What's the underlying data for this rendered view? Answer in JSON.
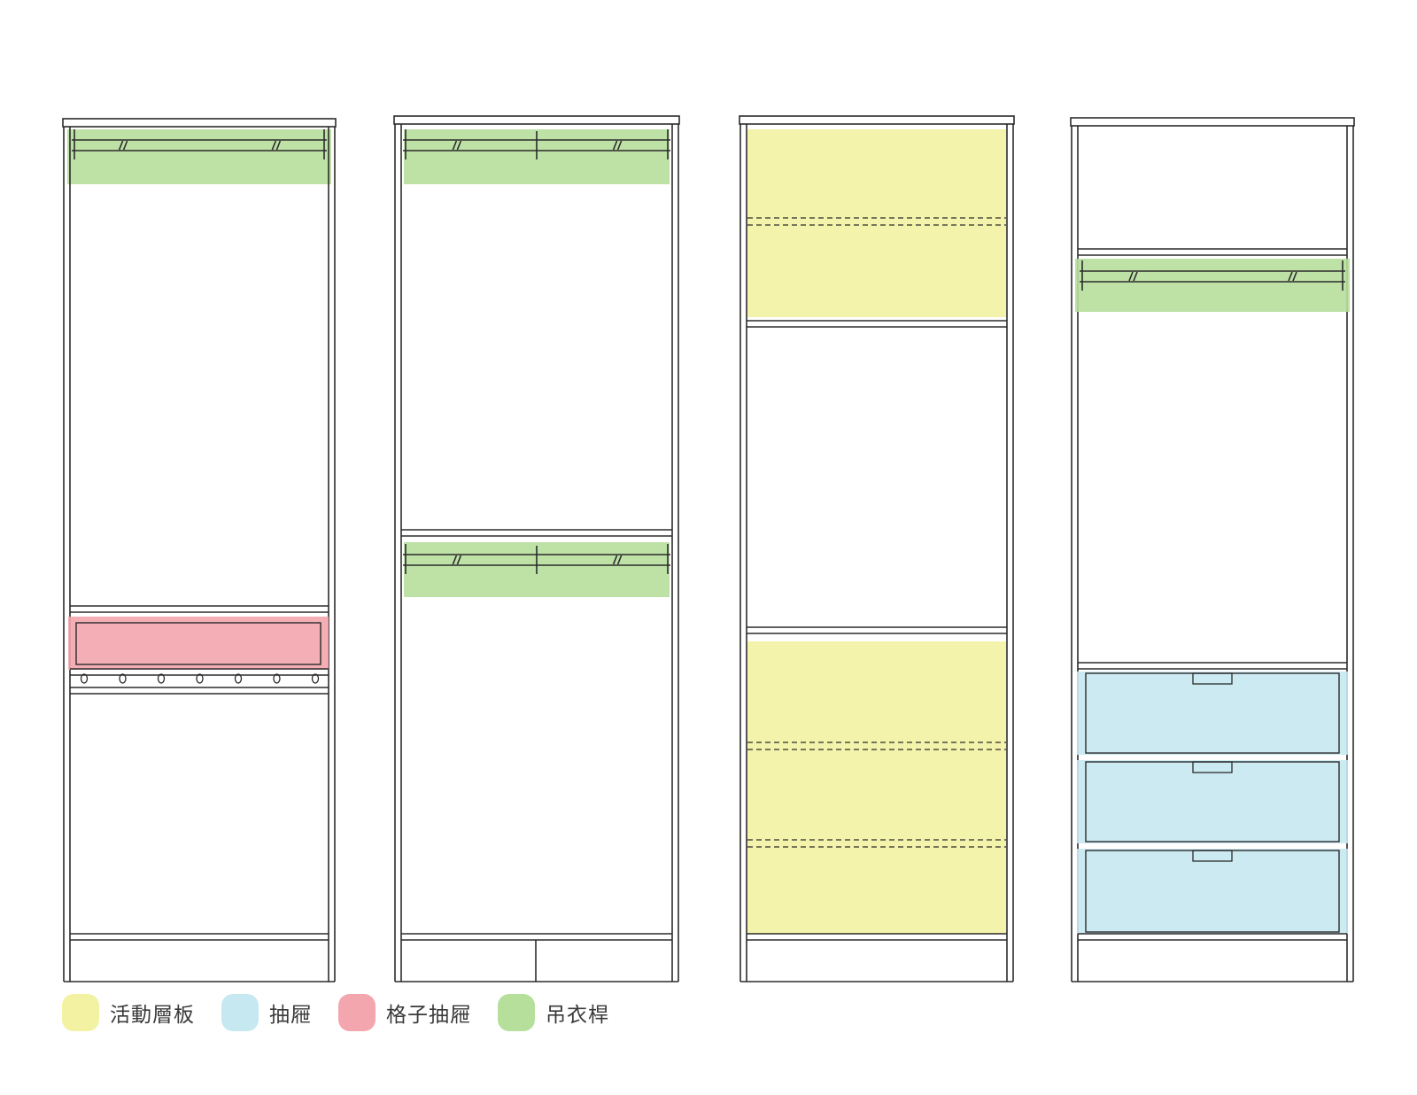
{
  "colors": {
    "adjustable_shelf": "#f2f2a2",
    "drawer": "#c6e8f1",
    "grid_drawer": "#f3a6ae",
    "hanging_rod": "#b7df9c",
    "line": "#2b2b2b"
  },
  "cabinets": [
    {
      "id": "cabinet-1",
      "components": [
        "hanging_rod",
        "grid_drawer"
      ]
    },
    {
      "id": "cabinet-2",
      "components": [
        "hanging_rod",
        "hanging_rod"
      ]
    },
    {
      "id": "cabinet-3",
      "components": [
        "adjustable_shelf",
        "adjustable_shelf"
      ]
    },
    {
      "id": "cabinet-4",
      "components": [
        "hanging_rod",
        "drawer",
        "drawer",
        "drawer"
      ]
    }
  ],
  "legend": [
    {
      "key": "adjustable_shelf",
      "label": "活動層板"
    },
    {
      "key": "drawer",
      "label": "抽屜"
    },
    {
      "key": "grid_drawer",
      "label": "格子抽屜"
    },
    {
      "key": "hanging_rod",
      "label": "吊衣桿"
    }
  ]
}
